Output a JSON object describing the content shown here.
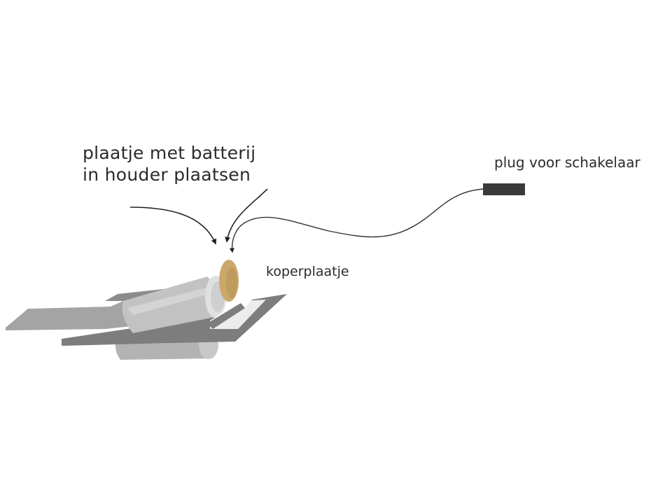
{
  "labels": {
    "instruction_line1": "plaatje met batterij",
    "instruction_line2": "in houder plaatsen",
    "plug": "plug voor schakelaar",
    "copper_plate": "koperplaatje"
  },
  "colors": {
    "text": "#2b2b2b",
    "plate_dark": "#7d7d7d",
    "plate_light": "#a9a9a9",
    "battery_body": "#c2c2c2",
    "battery_shadow": "#b0b0b0",
    "copper_plate": "#c9a86a",
    "plug": "#3a3a3a",
    "wire": "#333333"
  }
}
